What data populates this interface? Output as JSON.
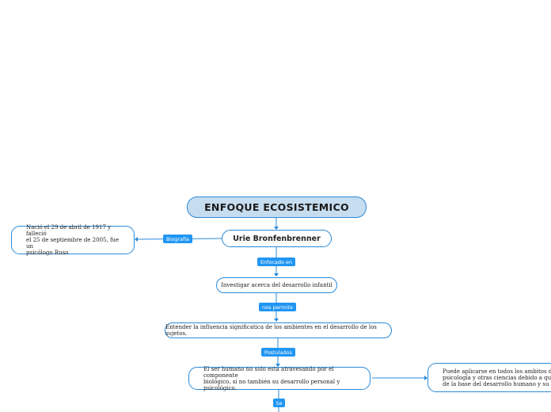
{
  "root": {
    "title": "ENFOQUE ECOSISTEMICO"
  },
  "person": {
    "name": "Urie Bronfenbrenner"
  },
  "biography": {
    "label": "Biografía",
    "text": "Nació el  29 de abril de 1917 y falleció\nel  25 de septiembre de 2005, fue un\npsicólogo Ruso"
  },
  "focus": {
    "label": "Enfocado en",
    "text": "Investigar acerca del desarrollo infantil"
  },
  "allows": {
    "label": "nos permite",
    "text": "Entender la influencia significatica de los ambientes en el desarrollo de los sujetos."
  },
  "postulates": {
    "label": "Postulados",
    "text": "El ser humano no solo esta atravesando por el componente\nbiológico, si no también su desarrollo personal y psicológico."
  },
  "application": {
    "text": "Puede aplicarse en todos los ambitos de la\npsicología y otras ciencias debido a que parte\nde la base del desarrollo humano y su entorno."
  },
  "next": {
    "label": "Se"
  },
  "colors": {
    "accent": "#2a8ad8",
    "label_bg": "#2196f3",
    "root_bg": "#c6dcef"
  }
}
